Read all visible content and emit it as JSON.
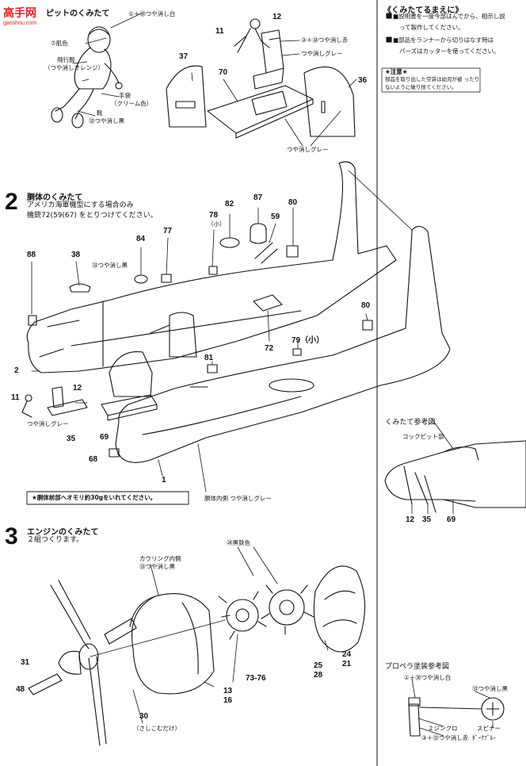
{
  "watermark": {
    "main": "高手网",
    "sub": "gaoshou.com"
  },
  "step1": {
    "title": "ピットのくみたて",
    "part_labels": {
      "p11": "11",
      "p12": "12",
      "p37": "37",
      "p70": "70",
      "p36": "36"
    },
    "notes": {
      "n1": "①＋㉚つや消し白",
      "n2": "⑦肌色",
      "n3": "飛行服",
      "n4": "（つや消しオレンジ）",
      "n5": "手袋",
      "n6": "（クリーム色）",
      "n7": "靴",
      "n8": "㉝つや消し黒",
      "n9": "③＋㉞つや消し赤",
      "n10": "つや消しグレー",
      "n11": "つや消しグレー"
    }
  },
  "sidebar": {
    "heading": "《くみたてるまえに》",
    "bullet1a": "■説明書を一度今部はんでから、相示し説",
    "bullet1b": "って製作してください。",
    "bullet2a": "■部品をランナーから切りはなす時は",
    "bullet2b": "パーズはカッターを使ってください。",
    "caution_title": "★注意★",
    "caution_a": "部品を取り出した空袋は幼児が被 ったり",
    "caution_b": "ないように破り捨てください。",
    "ref_title": "くみたて参考図",
    "ref_cockpit": "コックピット部",
    "ref_parts": [
      "12",
      "35",
      "69"
    ],
    "prop_title": "プロペラ塗装参考図",
    "prop_notes": {
      "a": "①＋㉚つや消し白",
      "b": "㉝つや消し黒",
      "c": "２ジンクロ",
      "d": "③＋㉝つや消し赤",
      "e": "スピナー",
      "f": "ﾀﾞｰｸﾌﾞﾙｰ"
    }
  },
  "step2": {
    "number": "2",
    "title": "胴体のくみたて",
    "line1": "アメリカ海軍機型にする場合のみ",
    "line2": "機銃72(59(67) をとりつけてください。",
    "parts": {
      "p88": "88",
      "p38": "38",
      "p84": "84",
      "p77": "77",
      "p78": "78",
      "p78s": "（小）",
      "p82": "82",
      "p87": "87",
      "p59": "59",
      "p80a": "80",
      "p80b": "80",
      "p79": "79（小）",
      "p72": "72",
      "p81": "81",
      "p2": "2",
      "p11": "11",
      "p12": "12",
      "p35": "35",
      "p69": "69",
      "p68": "68",
      "p1": "1"
    },
    "notes": {
      "black": "㉝つや消し黒",
      "grey1": "つや消しグレー",
      "grey2": "胴体内側 つや消しグレー"
    },
    "warning": "★胴体前部へオモリ約30gをいれてください。"
  },
  "step3": {
    "number": "3",
    "title": "エンジンのくみたて",
    "subtitle": "２組つくります。",
    "notes": {
      "iron": "㉘黒鉄色",
      "cowl1": "カウリング内側",
      "cowl2": "㉝つや消し黒",
      "glue": "（さしこむだけ）"
    },
    "parts": {
      "p31": "31",
      "p48": "48",
      "p30": "30",
      "p13": "13",
      "p16": "16",
      "p7376": "73-76",
      "p25": "25",
      "p28": "28",
      "p24": "24",
      "p21": "21"
    }
  }
}
